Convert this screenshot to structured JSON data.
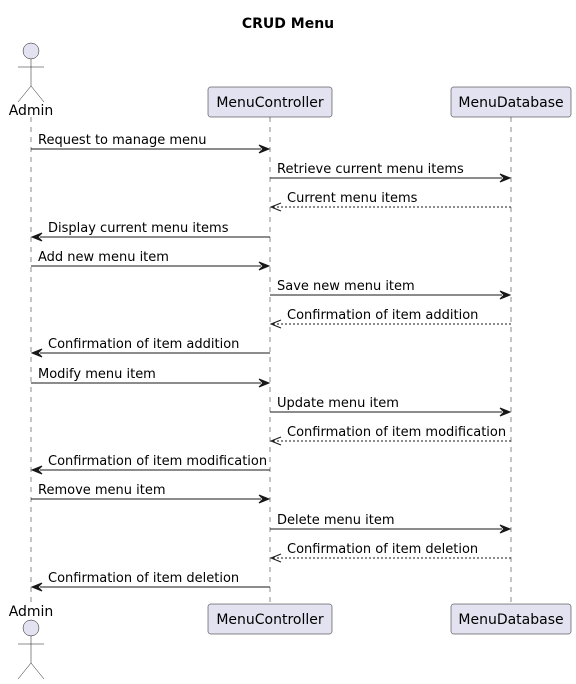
{
  "diagram": {
    "title": "CRUD Menu",
    "participants": [
      {
        "id": "admin",
        "label": "Admin",
        "kind": "actor"
      },
      {
        "id": "controller",
        "label": "MenuController",
        "kind": "participant"
      },
      {
        "id": "database",
        "label": "MenuDatabase",
        "kind": "participant"
      }
    ],
    "messages": [
      {
        "from": "admin",
        "to": "controller",
        "text": "Request to manage menu",
        "style": "solid"
      },
      {
        "from": "controller",
        "to": "database",
        "text": "Retrieve current menu items",
        "style": "solid"
      },
      {
        "from": "database",
        "to": "controller",
        "text": "Current menu items",
        "style": "dashed"
      },
      {
        "from": "controller",
        "to": "admin",
        "text": "Display current menu items",
        "style": "solid"
      },
      {
        "from": "admin",
        "to": "controller",
        "text": "Add new menu item",
        "style": "solid"
      },
      {
        "from": "controller",
        "to": "database",
        "text": "Save new menu item",
        "style": "solid"
      },
      {
        "from": "database",
        "to": "controller",
        "text": "Confirmation of item addition",
        "style": "dashed"
      },
      {
        "from": "controller",
        "to": "admin",
        "text": "Confirmation of item addition",
        "style": "solid"
      },
      {
        "from": "admin",
        "to": "controller",
        "text": "Modify menu item",
        "style": "solid"
      },
      {
        "from": "controller",
        "to": "database",
        "text": "Update menu item",
        "style": "solid"
      },
      {
        "from": "database",
        "to": "controller",
        "text": "Confirmation of item modification",
        "style": "dashed"
      },
      {
        "from": "controller",
        "to": "admin",
        "text": "Confirmation of item modification",
        "style": "solid"
      },
      {
        "from": "admin",
        "to": "controller",
        "text": "Remove menu item",
        "style": "solid"
      },
      {
        "from": "controller",
        "to": "database",
        "text": "Delete menu item",
        "style": "solid"
      },
      {
        "from": "database",
        "to": "controller",
        "text": "Confirmation of item deletion",
        "style": "dashed"
      },
      {
        "from": "controller",
        "to": "admin",
        "text": "Confirmation of item deletion",
        "style": "solid"
      }
    ],
    "colors": {
      "participant_fill": "#e2e2f0",
      "line": "#181818",
      "text": "#000000",
      "background": "#ffffff"
    }
  }
}
